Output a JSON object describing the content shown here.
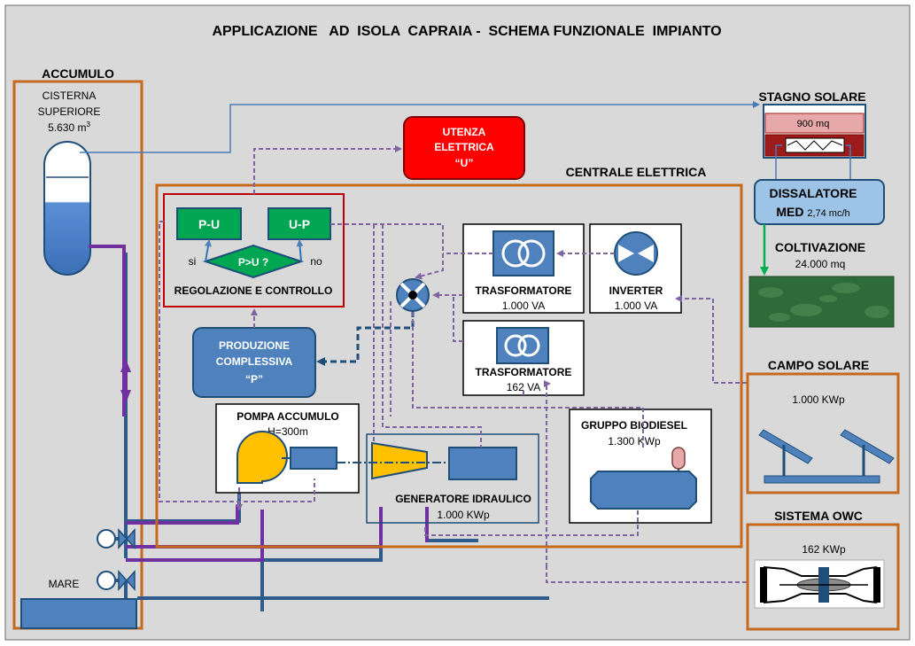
{
  "title": "APPLICAZIONE   AD  ISOLA  CAPRAIA -  SCHEMA FUNZIONALE  IMPIANTO",
  "colors": {
    "background": "#d9d9d9",
    "frame_orange": "#c5691c",
    "dark_red": "#c00000",
    "bright_red": "#ff0000",
    "green_box": "#00a651",
    "blue_box": "#4f81bd",
    "light_blue": "#9dc3e6",
    "navy": "#1f4e79",
    "pipe_blue": "#2e5b8a",
    "purple": "#7030a0",
    "dashed_purple": "#8064a2",
    "yellow": "#ffc000",
    "arrow_green": "#00b050",
    "pond_pink": "#e6a8a8",
    "pond_dark": "#9e1b1b",
    "field_green": "#2e6b3a"
  },
  "accumulo": {
    "label": "ACCUMULO",
    "cistern_line1": "CISTERNA",
    "cistern_line2": "SUPERIORE",
    "cistern_volume": "5.630 m",
    "cistern_volume_sup": "3"
  },
  "mare": {
    "label": "MARE"
  },
  "utenza": {
    "line1": "UTENZA",
    "line2": "ELETTRICA",
    "line3": "“U”"
  },
  "centrale": {
    "label": "CENTRALE  ELETTRICA",
    "pu": "P-U",
    "up": "U-P",
    "decision": "P>U ?",
    "si": "si",
    "no": "no",
    "regolazione": "REGOLAZIONE E CONTROLLO",
    "produzione_line1": "PRODUZIONE",
    "produzione_line2": "COMPLESSIVA",
    "produzione_line3": "“P”",
    "trasformatore1_label": "TRASFORMATORE",
    "trasformatore1_value": "1.000  VA",
    "inverter_label": "INVERTER",
    "inverter_value": "1.000  VA",
    "trasformatore2_label": "TRASFORMATORE",
    "trasformatore2_value": "162 VA",
    "pompa_label": "POMPA  ACCUMULO",
    "pompa_value": "H=300m",
    "generatore_label": "GENERATORE  IDRAULICO",
    "generatore_value": "1.000  KWp",
    "biodiesel_label": "GRUPPO  BIODIESEL",
    "biodiesel_value": "1.300  KWp"
  },
  "stagno": {
    "label": "STAGNO SOLARE",
    "area": "900 mq"
  },
  "dissalatore": {
    "line1": "DISSALATORE",
    "line2_main": "MED ",
    "line2_sub": "2,74 mc/h"
  },
  "coltivazione": {
    "label": "COLTIVAZIONE",
    "area": "24.000 mq"
  },
  "campo_solare": {
    "label": "CAMPO  SOLARE",
    "value": "1.000 KWp"
  },
  "owc": {
    "label": "SISTEMA  OWC",
    "value": "162  KWp"
  }
}
